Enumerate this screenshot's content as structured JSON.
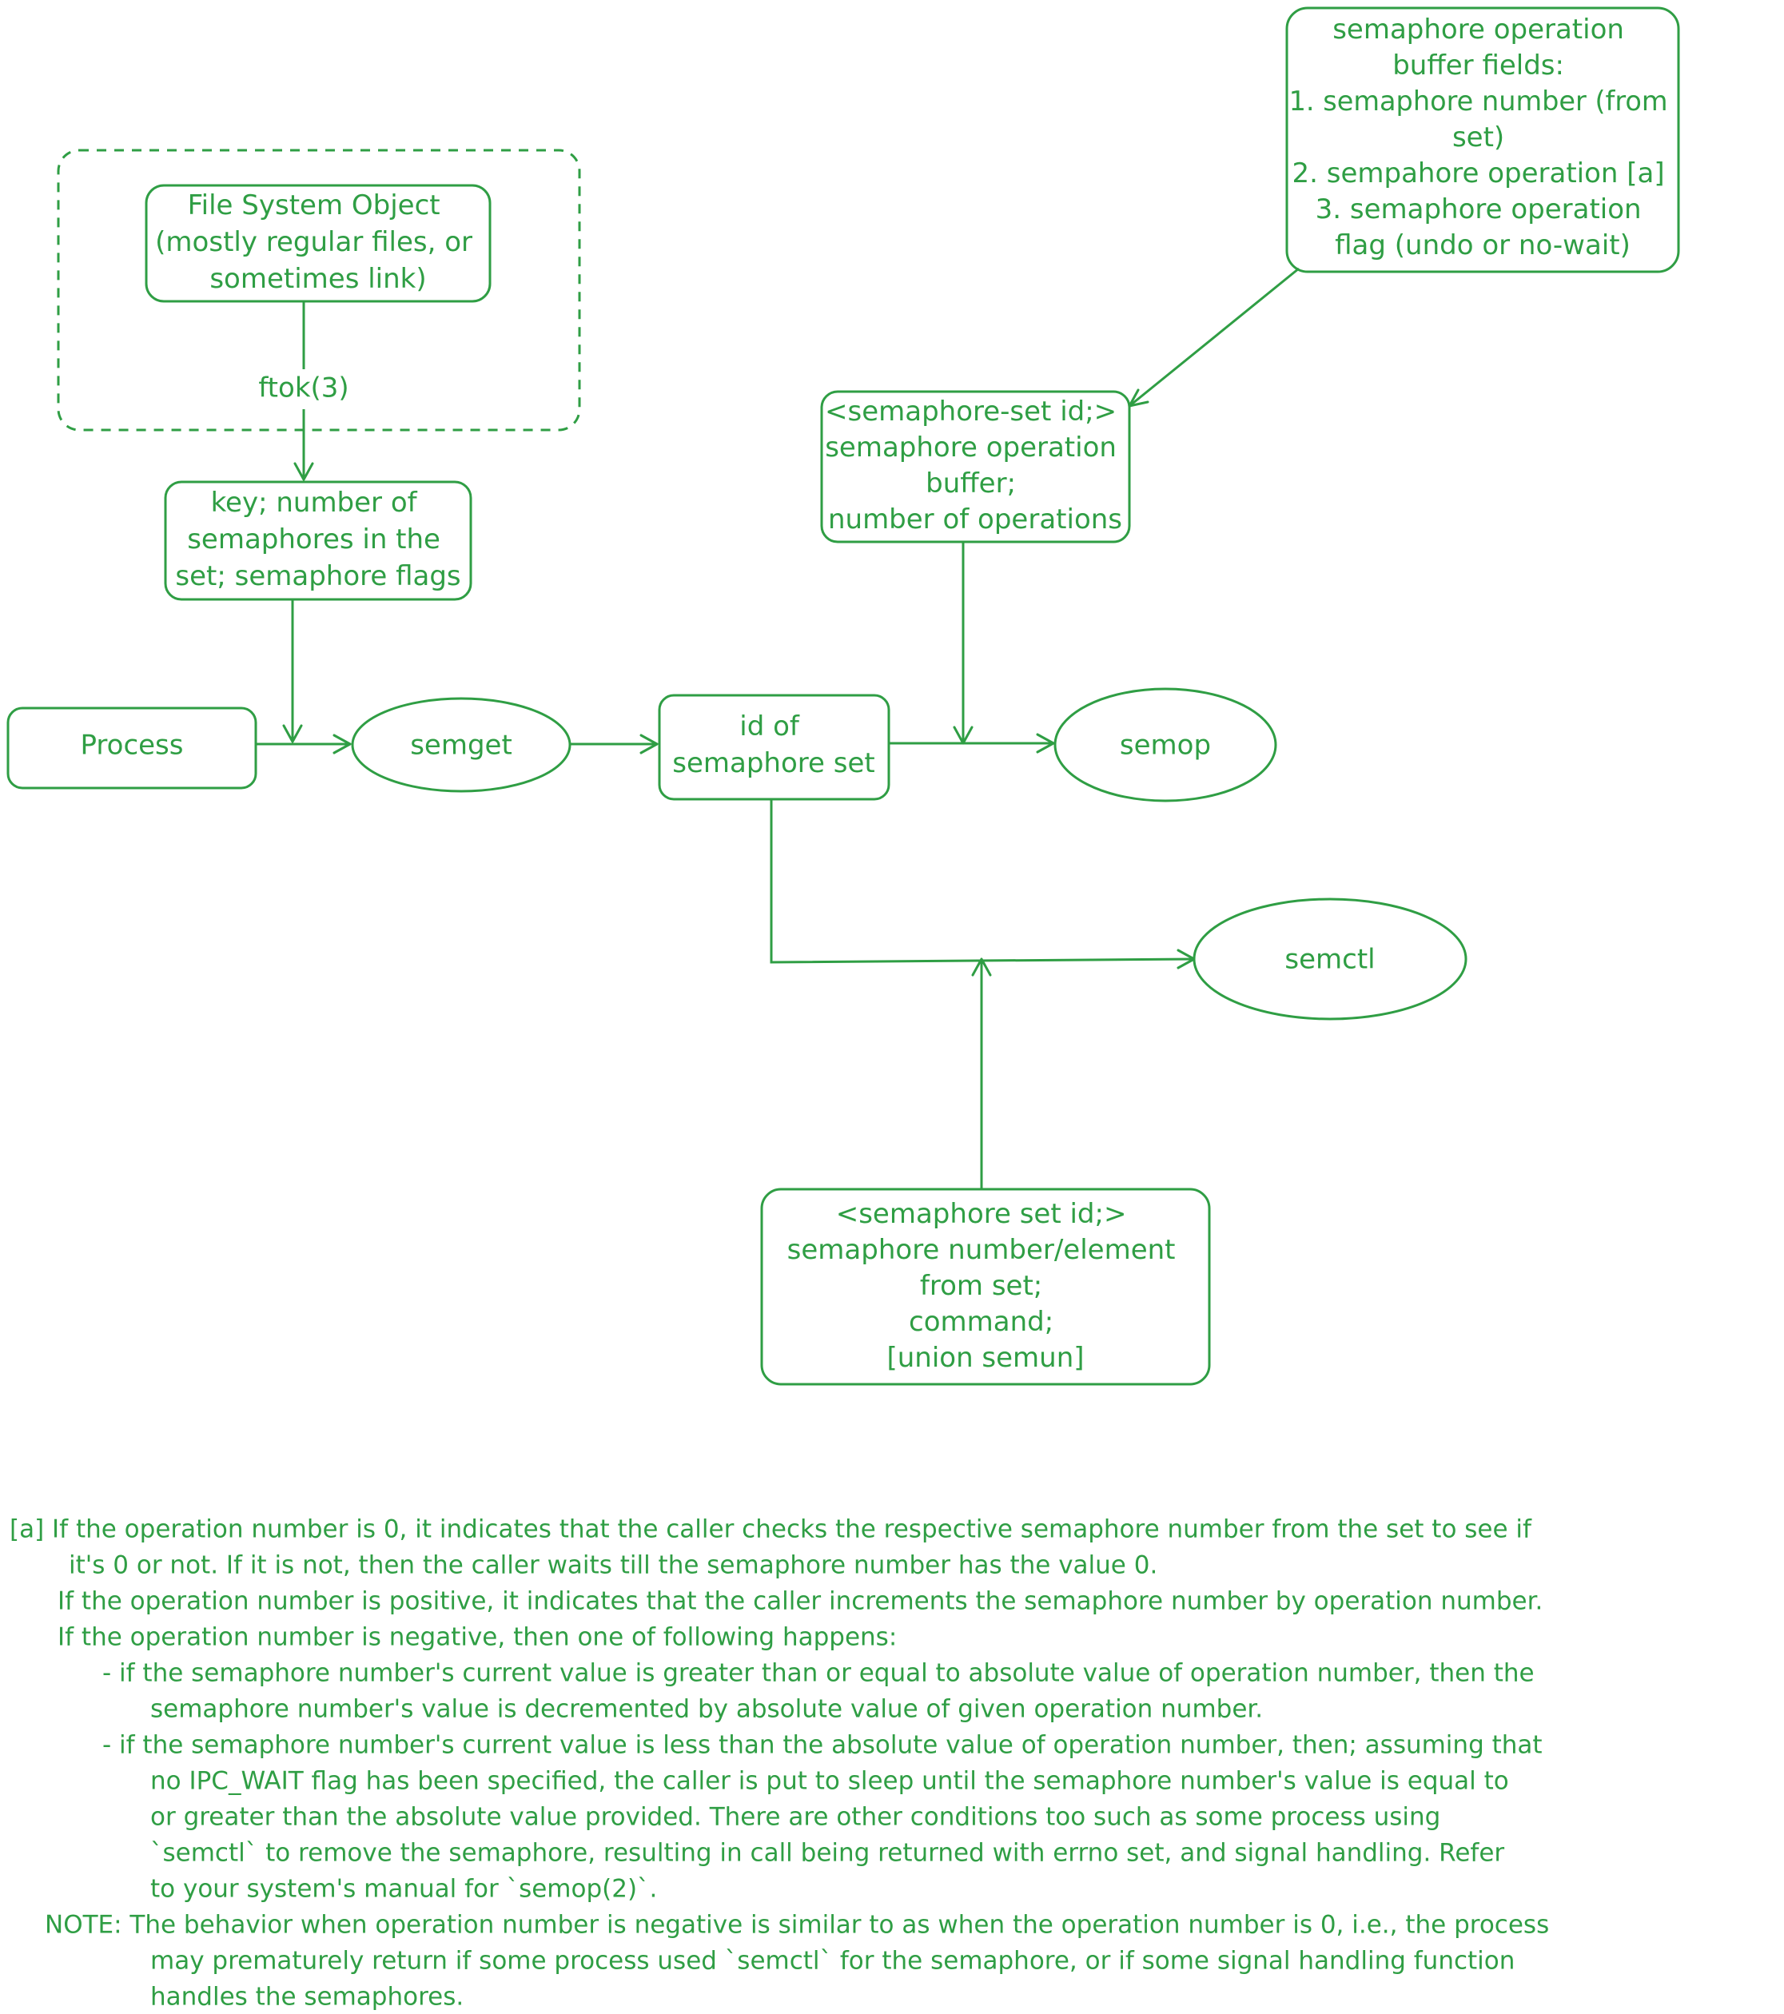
{
  "diagram": {
    "file_system_object": [
      "File System Object",
      "(mostly regular files, or",
      "sometimes link)"
    ],
    "ftok": "ftok(3)",
    "semget_args": [
      "key; number of",
      "semaphores in the",
      "set; semaphore flags"
    ],
    "process": "Process",
    "semget": "semget",
    "semaphore_set_id": [
      "id of",
      "semaphore set"
    ],
    "semop": "semop",
    "semop_args": [
      "<semaphore-set id;>",
      "semaphore operation",
      "buffer;",
      "number of operations"
    ],
    "sembuf_fields": [
      "semaphore operation",
      "buffer fields:",
      "1. semaphore number (from",
      "set)",
      "2. sempahore operation [a]",
      "3. semaphore operation",
      "flag (undo or no-wait)"
    ],
    "semctl": "semctl",
    "semctl_args": [
      "<semaphore set id;>",
      "semaphore number/element",
      "from set;",
      "command;",
      "[union semun]"
    ]
  },
  "footnote": {
    "lines": [
      "[a] If the operation number is 0, it indicates that the caller checks the respective semaphore number from the set to see if",
      "it's 0 or not. If it is not, then the caller waits till the semaphore number has the value 0.",
      "If the operation number is positive, it indicates that the caller increments the semaphore number by operation number.",
      "If the operation number is negative, then one of following happens:",
      "- if the semaphore number's current value is greater than or equal to absolute value of operation number, then the",
      "semaphore number's value is decremented by absolute value of given operation number.",
      "- if the semaphore number's current value is less than the absolute value of operation number, then; assuming that",
      "no IPC_WAIT flag has been specified, the caller is put to sleep until the semaphore number's value is equal to",
      "or greater than the absolute value provided. There are other conditions too such as some process using",
      "`semctl` to remove the semaphore, resulting in call being returned with errno set, and signal handling. Refer",
      "to your system's manual for `semop(2)`.",
      "NOTE: The behavior when operation number is negative is similar to as when the operation number is 0, i.e., the process",
      "may prematurely return if some process used `semctl` for the semaphore, or if some signal handling function",
      "handles the semaphores."
    ]
  },
  "colors": {
    "stroke": "#2f9e44",
    "text": "#2f9e44",
    "background": "#ffffff"
  }
}
